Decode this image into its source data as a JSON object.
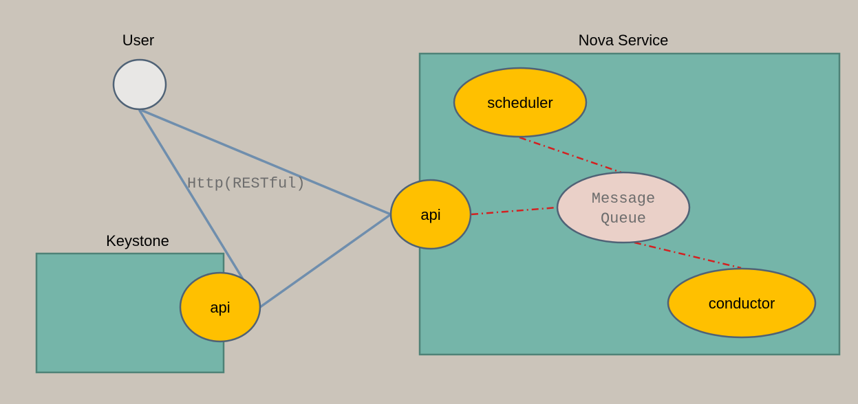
{
  "labels": {
    "user": "User",
    "nova_service": "Nova Service",
    "keystone": "Keystone",
    "http": "Http(RESTful)"
  },
  "nodes": {
    "nova_api": "api",
    "keystone_api": "api",
    "scheduler": "scheduler",
    "message_queue_line1": "Message",
    "message_queue_line2": "Queue",
    "conductor": "conductor"
  },
  "colors": {
    "background": "#cbc4ba",
    "container_fill": "#75b5a9",
    "container_stroke": "#4e8277",
    "component_fill": "#ffc000",
    "node_stroke": "#4f6276",
    "queue_fill": "#ead0c8",
    "user_fill": "#e8e7e5",
    "http_link": "#6f8ead",
    "queue_link": "#d42020"
  }
}
